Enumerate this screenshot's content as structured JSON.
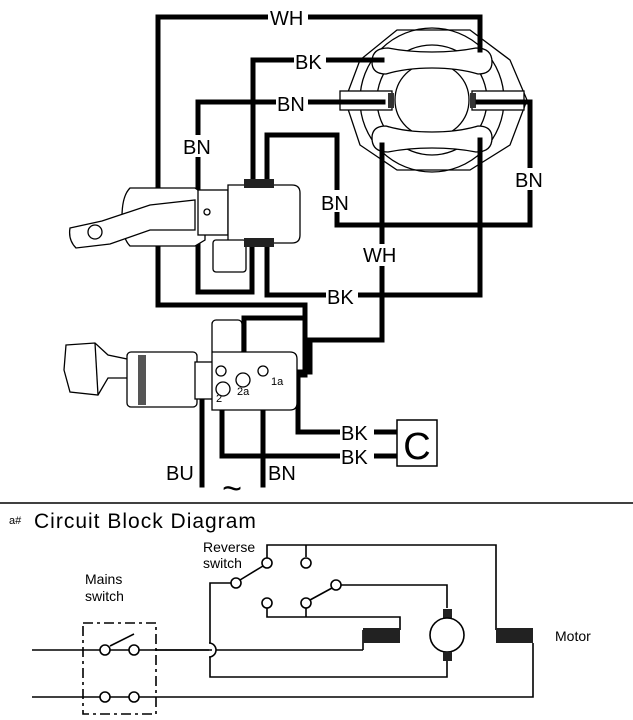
{
  "wiring_diagram": {
    "wire_labels": {
      "top_white": "WH",
      "upper_black": "BK",
      "upper_brown": "BN",
      "left_brown": "BN",
      "mid_brown": "BN",
      "right_brown": "BN",
      "center_white": "WH",
      "lower_black": "BK",
      "capacitor_black_1": "BK",
      "capacitor_black_2": "BK",
      "mains_blue": "BU",
      "mains_brown": "BN",
      "ac_symbol": "~"
    },
    "capacitor_label": "C"
  },
  "block_diagram": {
    "marker": "a#",
    "title": "Circuit Block Diagram",
    "mains_switch_label_line1": "Mains",
    "mains_switch_label_line2": "switch",
    "reverse_switch_label_line1": "Reverse",
    "reverse_switch_label_line2": "switch",
    "motor_label": "Motor"
  }
}
